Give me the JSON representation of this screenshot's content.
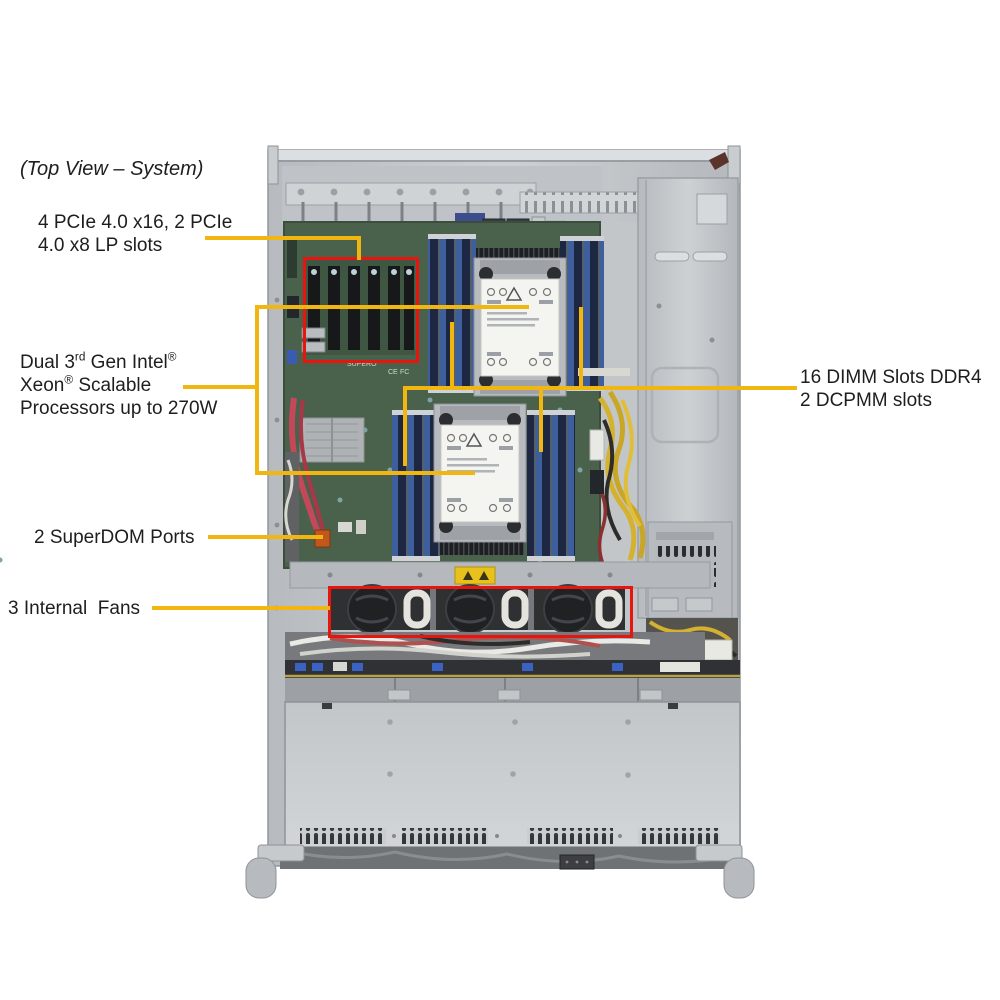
{
  "diagram": {
    "caption": "(Top View – System)",
    "colors": {
      "callout_yellow": "#f2b611",
      "highlight_red": "#e8150f",
      "chassis_silver": "#c4c8cb",
      "motherboard_green": "#4a614c",
      "dimm_blue": "#3d5f9e",
      "text": "#1e1e1e",
      "background": "#ffffff"
    },
    "callouts": {
      "pcie": {
        "line1": "4 PCIe 4.0 x16, 2 PCIe",
        "line2": "4.0 x8 LP slots"
      },
      "xeon": {
        "l1a": "Dual 3",
        "l1sup": "rd",
        "l1b": " Gen Intel",
        "l1reg": "®",
        "l2a": "Xeon",
        "l2reg": "®",
        "l2b": " Scalable",
        "l3": "Processors up to 270W"
      },
      "dimm": {
        "line1": "16 DIMM Slots DDR4",
        "line2": "2 DCPMM slots"
      },
      "superdom": {
        "text": "2 SuperDOM Ports"
      },
      "fans": {
        "text": "3 Internal  Fans"
      }
    },
    "board_marks": {
      "logo": "SUPERO",
      "ce": "CE",
      "fc": "FC"
    }
  }
}
